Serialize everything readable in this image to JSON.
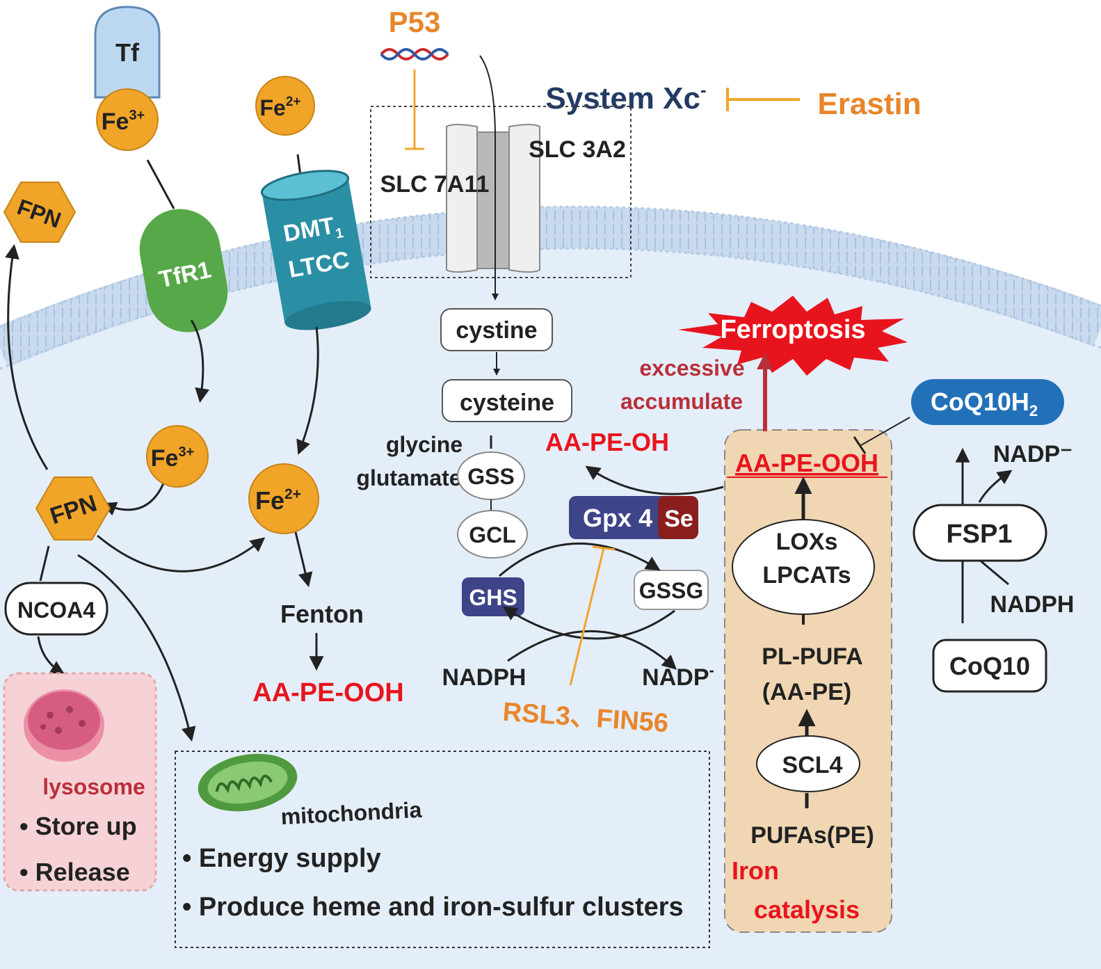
{
  "colors": {
    "cytoplasm": "#e3edf8",
    "membrane": "#c7d8ec",
    "orange": "#f0a428",
    "orange_text": "#e8862a",
    "red": "#e8141d",
    "dark_red": "#b8303a",
    "navy": "#243b63",
    "green": "#57a848",
    "teal": "#2a8fa5",
    "purple": "#3e4488",
    "blue": "#2270b8",
    "beige": "#f0d6b2",
    "lysosome": "#f6d2d6"
  },
  "labels": {
    "tf": "Tf",
    "fe3_top": "Fe",
    "fe3_top_sup": "3+",
    "fe2_top": "Fe",
    "fe2_top_sup": "2+",
    "fpn_top": "FPN",
    "tfr1": "TfR1",
    "dmt1_line1": "DMT",
    "dmt1_sub": "1",
    "dmt1_line2": "LTCC",
    "p53": "P53",
    "system_xc": "System Xc",
    "system_xc_sup": "-",
    "erastin": "Erastin",
    "slc3a2": "SLC 3A2",
    "slc7a11": "SLC 7A11",
    "cystine": "cystine",
    "cysteine": "cysteine",
    "glycine": "glycine",
    "glutamate": "glutamate",
    "gss": "GSS",
    "gcl": "GCL",
    "gpx4": "Gpx 4",
    "se": "Se",
    "ghs": "GHS",
    "gssg": "GSSG",
    "nadph_left": "NADPH",
    "nadp_mid": "NADP",
    "nadp_mid_sup": "-",
    "rsl3": "RSL3、FIN56",
    "aa_pe_oh": "AA-PE-OH",
    "ferroptosis": "Ferroptosis",
    "excessive": "excessive",
    "accumulate": "accumulate",
    "aa_pe_ooh_box": "AA-PE-OOH",
    "loxs": "LOXs",
    "lpcats": "LPCATs",
    "pl_pufa": "PL-PUFA",
    "aa_pe": "(AA-PE)",
    "scl4": "SCL4",
    "pufas": "PUFAs(PE)",
    "iron": "Iron",
    "catalysis": "catalysis",
    "coq10h2": "CoQ10H",
    "coq10h2_sub": "2",
    "nadp_right": "NADP⁻",
    "fsp1": "FSP1",
    "nadph_right": "NADPH",
    "coq10": "CoQ10",
    "fe3_mid": "Fe",
    "fe3_mid_sup": "3+",
    "fe2_mid": "Fe",
    "fe2_mid_sup": "2+",
    "fpn_mid": "FPN",
    "fenton": "Fenton",
    "aa_pe_ooh_left": "AA-PE-OOH",
    "ncoa4": "NCOA4",
    "lysosome": "lysosome",
    "store_up": "• Store up",
    "release": "• Release",
    "mitochondria": "mitochondria",
    "energy_supply": "• Energy supply",
    "produce_heme": "• Produce heme and iron-sulfur clusters"
  }
}
